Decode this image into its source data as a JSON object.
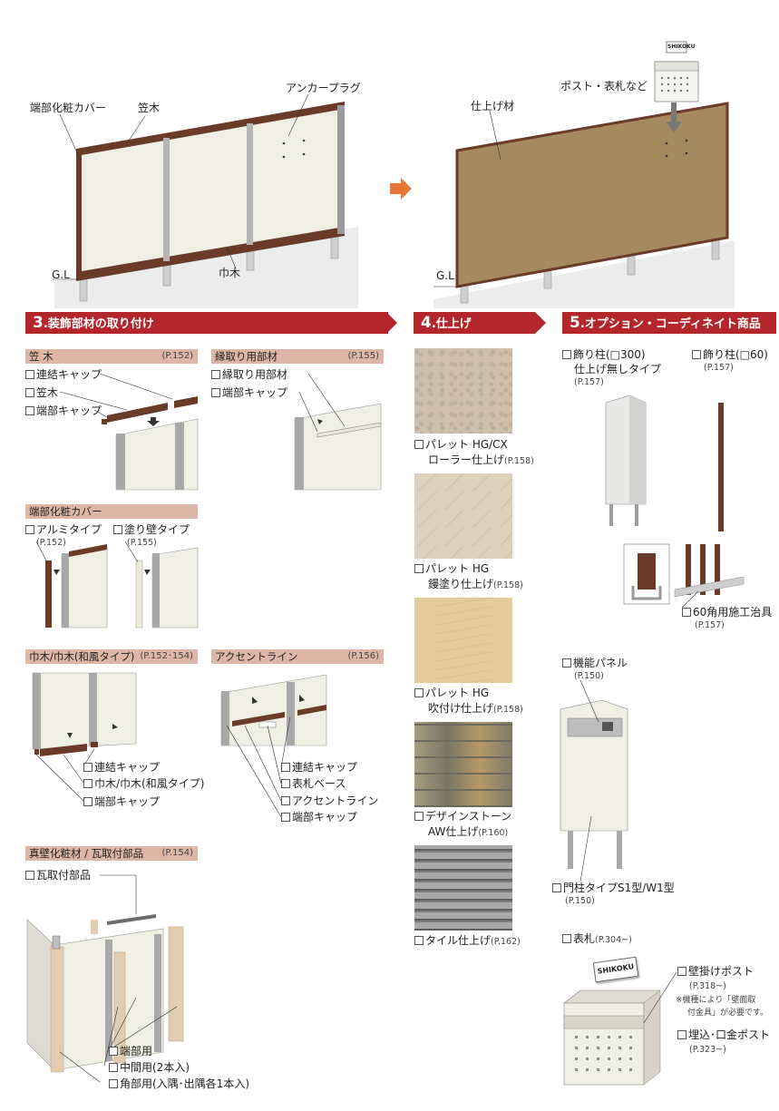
{
  "top": {
    "left_labels": {
      "end_cover": "端部化粧カバー",
      "coping": "笠木",
      "anchor": "アンカープラグ",
      "gl": "G.L",
      "baseboard": "巾木"
    },
    "right_labels": {
      "post": "ポスト・表札など",
      "finish": "仕上げ材",
      "gl": "G.L",
      "sign": "SHIKOKU"
    }
  },
  "sections": {
    "s3": {
      "num": "3",
      "title": ".装飾部材の取り付け"
    },
    "s4": {
      "num": "4",
      "title": ".仕上げ"
    },
    "s5": {
      "num": "5",
      "title": ".オプション・コーディネイト商品"
    }
  },
  "coping": {
    "title": "笠 木",
    "page": "(P.152)",
    "items": [
      "連結キャップ",
      "笠木",
      "端部キャップ"
    ]
  },
  "edge": {
    "title": "縁取り用部材",
    "page": "(P.155)",
    "items": [
      "縁取り用部材",
      "端部キャップ"
    ]
  },
  "endcover": {
    "title": "端部化粧カバー",
    "items": [
      {
        "label": "アルミタイプ",
        "page": "(P.152)"
      },
      {
        "label": "塗り壁タイプ",
        "page": "(P.155)"
      }
    ]
  },
  "base": {
    "title": "巾木/巾木(和風タイプ)",
    "page": "(P.152･154)",
    "items": [
      "連結キャップ",
      "巾木/巾木(和風タイプ)",
      "端部キャップ"
    ]
  },
  "accent": {
    "title": "アクセントライン",
    "page": "(P.156)",
    "items": [
      "連結キャップ",
      "表札ベース",
      "アクセントライン",
      "端部キャップ"
    ]
  },
  "tile": {
    "title": "真壁化粧材 / 瓦取付部品",
    "page": "(P.154)",
    "top": "瓦取付部品",
    "items": [
      "端部用",
      "中間用(2本入)",
      "角部用(入隅･出隅各1本入)"
    ]
  },
  "finishes": [
    {
      "l1": "パレット HG/CX",
      "l2": "ローラー仕上げ",
      "page": "(P.158)",
      "color": "#cfc0ae"
    },
    {
      "l1": "パレット HG",
      "l2": "鏝塗り仕上げ",
      "page": "(P.158)",
      "color": "#ddd0bc"
    },
    {
      "l1": "パレット HG",
      "l2": "吹付け仕上げ",
      "page": "(P.158)",
      "color": "#e6cc9c"
    },
    {
      "l1": "デザインストーン",
      "l2": "AW仕上げ",
      "page": "(P.160)",
      "color": "#8c8576"
    },
    {
      "l1": "タイル仕上げ",
      "l2": "",
      "page": "(P.162)",
      "color": "#8e8e8e"
    }
  ],
  "options": {
    "pillar300": {
      "label": "飾り柱(□300)",
      "sub": "仕上げ無しタイプ",
      "page": "(P.157)"
    },
    "pillar60": {
      "label": "飾り柱(□60)",
      "page": "(P.157)"
    },
    "jig": {
      "label": "60角用施工治具",
      "page": "(P.157)"
    },
    "panel": {
      "label": "機能パネル",
      "page": "(P.150)"
    },
    "gate": {
      "label": "門柱タイプS1型/W1型",
      "page": "(P.150)"
    },
    "nameplate": {
      "label": "表札",
      "page": "(P.304~)",
      "text": "SHIKOKU"
    },
    "wallpost": {
      "label": "壁掛けポスト",
      "page": "(P.318~)",
      "note1": "※機種により「壁面取",
      "note2": "付金具」が必要です。"
    },
    "builtin": {
      "label": "埋込･口金ポスト",
      "page": "(P.323~)"
    }
  },
  "colors": {
    "accent_red": "#b3262b",
    "sub_header": "#ddb6a5",
    "frame_brown": "#6b3b2a",
    "finish_tan": "#a48a5e",
    "orange": "#e8773a"
  }
}
